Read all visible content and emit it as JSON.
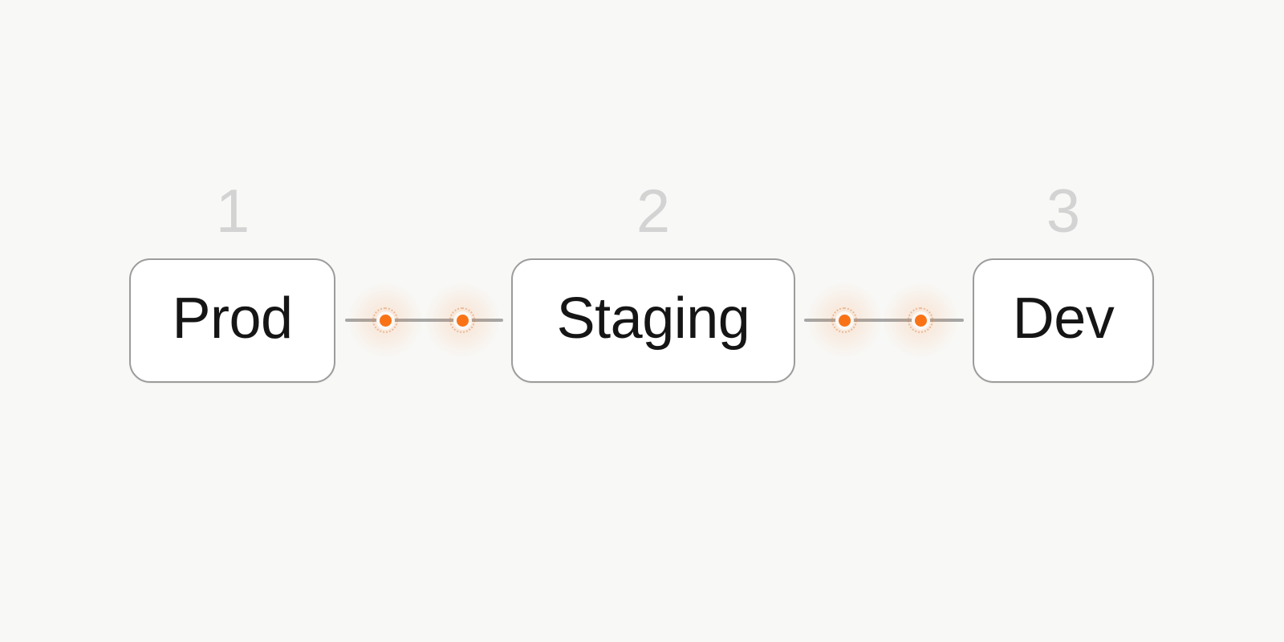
{
  "diagram": {
    "type": "pipeline",
    "nodes": [
      {
        "number": "1",
        "label": "Prod"
      },
      {
        "number": "2",
        "label": "Staging"
      },
      {
        "number": "3",
        "label": "Dev"
      }
    ],
    "connectors": [
      {
        "from": "Prod",
        "to": "Staging",
        "dots": 2
      },
      {
        "from": "Staging",
        "to": "Dev",
        "dots": 2
      }
    ],
    "colors": {
      "background": "#f8f8f6",
      "node_fill": "#ffffff",
      "node_border": "#9c9c9c",
      "node_text": "#151515",
      "step_number": "#d3d3d3",
      "connector_line": "#a6a6a6",
      "dot_accent": "#f97316"
    }
  }
}
